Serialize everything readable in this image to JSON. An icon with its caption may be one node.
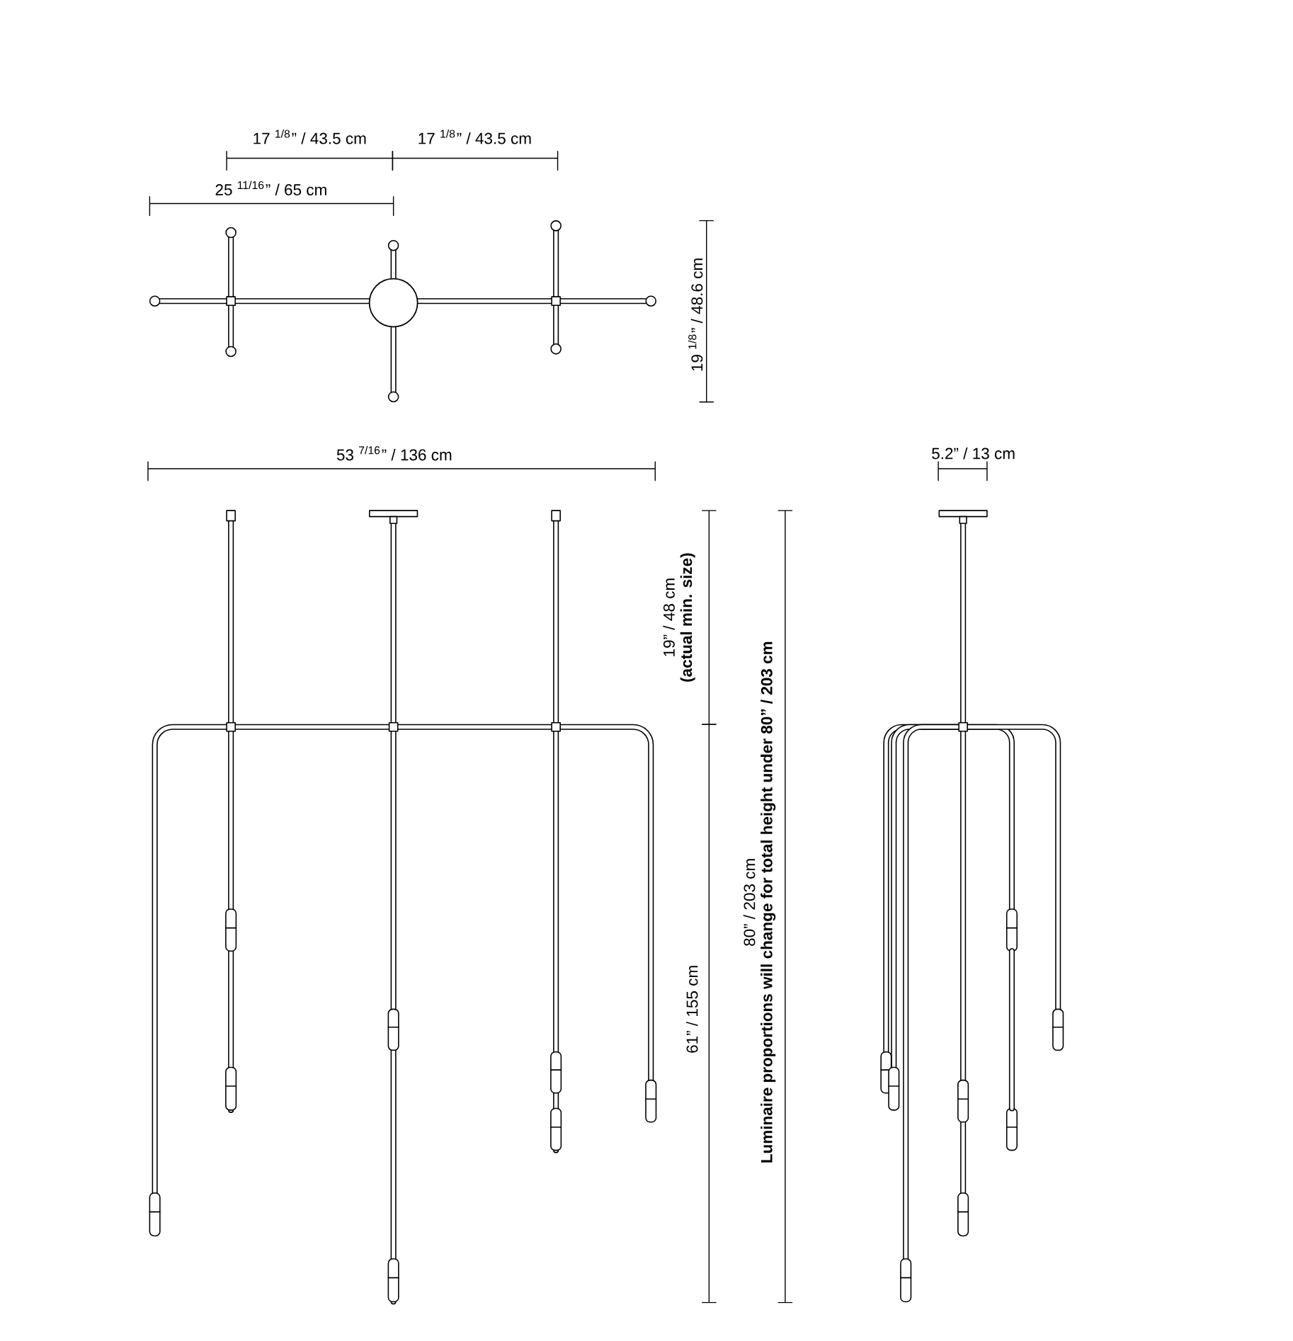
{
  "diagram": {
    "labels": [
      "17 $^{1/8}$” / 43.5 cm",
      "17 $^{1/8}$” / 43.5 cm",
      "25 $^{11/16}$” / 65 cm",
      "19 $^{1/8}$” / 48.6 cm",
      "53 $^{7/16}$” / 136 cm",
      "5.2” / 13 cm",
      "19” / 48 cm",
      "(actual min. size)",
      "61” / 155 cm",
      "80” / 203 cm",
      "Luminaire proportions will change for total height under 80” / 203 cm"
    ]
  }
}
